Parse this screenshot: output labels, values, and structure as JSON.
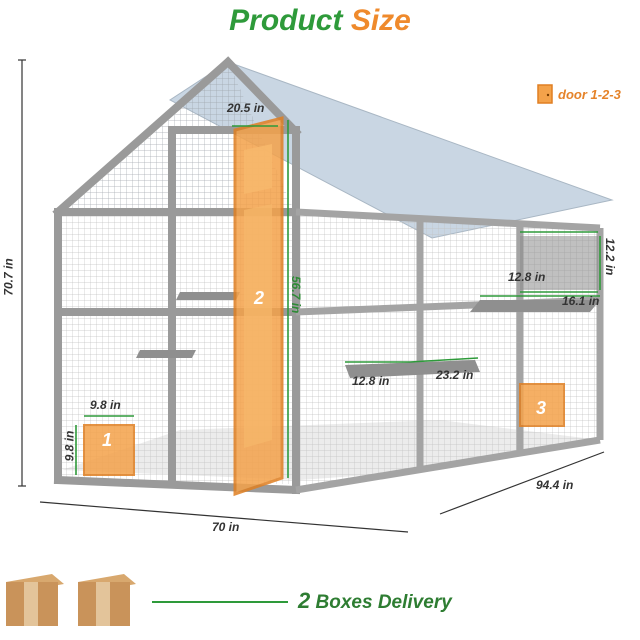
{
  "header": {
    "title_part1": "Product ",
    "title_part2": "Size"
  },
  "legend": {
    "door_label": "door 1-2-3"
  },
  "dimensions": {
    "top_width": "20.5 in",
    "total_height": "70.7 in",
    "door2_height": "56.7 in",
    "door1_width": "9.8 in",
    "door1_height": "9.8 in",
    "front_width": "70 in",
    "side_depth": "94.4 in",
    "box_height": "12.2 in",
    "box_width": "12.8 in",
    "shelf_upper": "16.1 in",
    "shelf_lower_width": "12.8 in",
    "shelf_lower_depth": "23.2 in"
  },
  "doors": {
    "door1": "1",
    "door2": "2",
    "door3": "3"
  },
  "delivery": {
    "count": "2",
    "text": " Boxes Delivery"
  },
  "colors": {
    "frame": "#9a9a9a",
    "roof": "#c9d6e3",
    "door": "#f4a24a",
    "accent_green": "#2e9a3a",
    "accent_orange": "#ef8a2c",
    "box": "#c9935a"
  }
}
